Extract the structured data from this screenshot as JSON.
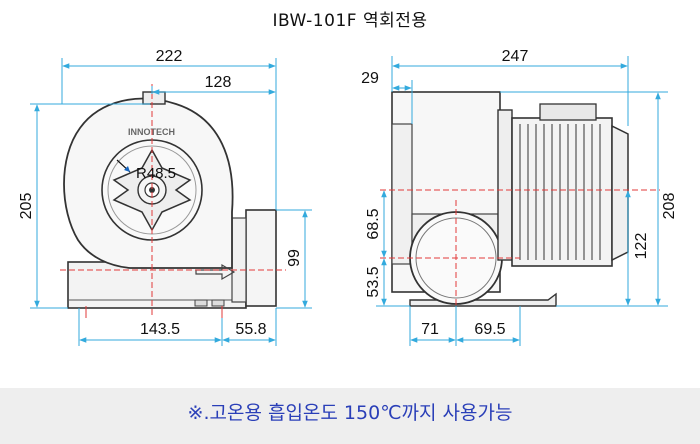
{
  "header": {
    "title": "IBW-101F 역회전용"
  },
  "front_view": {
    "logo": "INNOTECH",
    "radius_label": "R48.5",
    "dims": {
      "width_total": "222",
      "width_partial": "128",
      "height_total": "205",
      "outlet_height": "99",
      "base_left": "143.5",
      "base_right": "55.8"
    }
  },
  "side_view": {
    "dims": {
      "depth_total": "247",
      "inlet_offset": "29",
      "height_total": "208",
      "center_height": "122",
      "inlet_upper": "68.5",
      "inlet_lower": "53.5",
      "base_left": "71",
      "base_right": "69.5"
    }
  },
  "footer": {
    "note": "※.고온용 흡입온도 150℃까지 사용가능"
  },
  "colors": {
    "dimension_line": "#33aadd",
    "center_line": "#e23a3a",
    "outline": "#333333",
    "note_text": "#2a3fb8"
  }
}
